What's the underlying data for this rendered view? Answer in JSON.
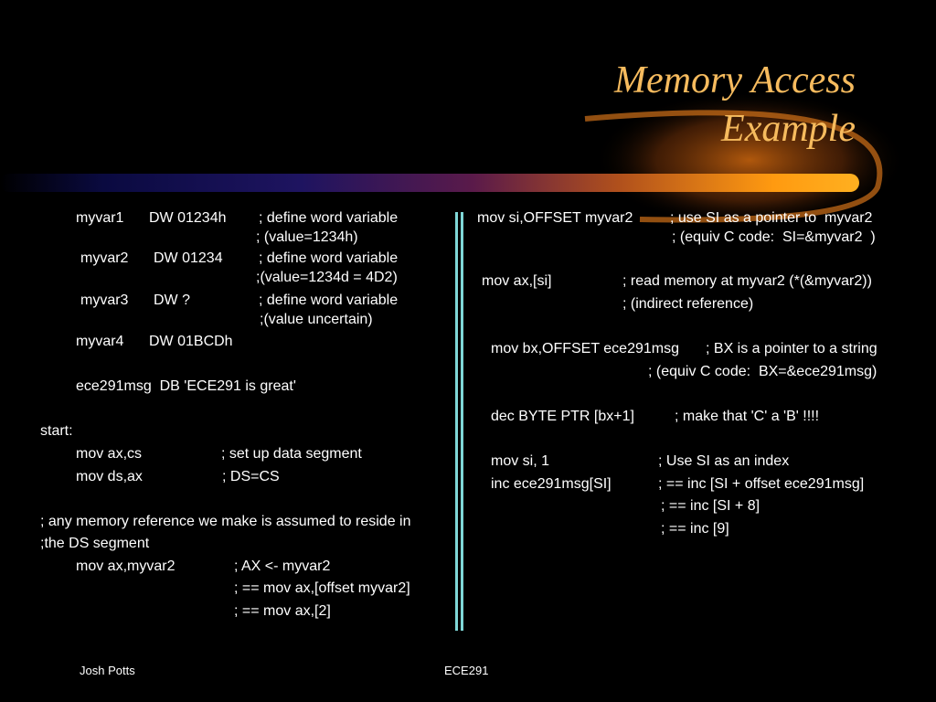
{
  "slide": {
    "title_line1": "Memory Access",
    "title_line2": "Example",
    "colors": {
      "title": "#f6bb5e",
      "background": "#000000",
      "divider": "#7fd7d7"
    }
  },
  "left": [
    {
      "a": "myvar1",
      "b": "DW 01234h",
      "c": "; define word variable"
    },
    {
      "c": "; (value=1234h)"
    },
    {
      "a": "myvar2",
      "b": "DW 01234",
      "c": "; define word variable"
    },
    {
      "c": ";(value=1234d = 4D2)"
    },
    {
      "a": "myvar3",
      "b": "DW ?",
      "c": "; define word variable"
    },
    {
      "c": ";(value uncertain)"
    },
    {
      "a": "myvar4",
      "b": "DW 01BCDh"
    },
    {
      "a": "ece291msg  DB 'ECE291 is great'"
    },
    {
      "a": "start:"
    },
    {
      "a": "mov ax,cs",
      "c": "; set up data segment"
    },
    {
      "a": "mov ds,ax",
      "c": "; DS=CS"
    },
    {
      "a": "; any memory reference we make is assumed to reside in"
    },
    {
      "a": ";the DS segment"
    },
    {
      "a": "mov ax,myvar2",
      "c": "; AX <- myvar2"
    },
    {
      "c": "; == mov ax,[offset myvar2]"
    },
    {
      "c": "; == mov ax,[2]"
    }
  ],
  "right": [
    {
      "a": "mov si,OFFSET myvar2",
      "c": "; use SI as a pointer to  myvar2"
    },
    {
      "c": "; (equiv C code:  SI=&myvar2  )"
    },
    {
      "a": "mov ax,[si]",
      "c": "; read memory at myvar2 (*(&myvar2))"
    },
    {
      "c": "; (indirect reference)"
    },
    {
      "a": "mov bx,OFFSET ece291msg",
      "c": "; BX is a pointer to a string"
    },
    {
      "c": "; (equiv C code:  BX=&ece291msg)"
    },
    {
      "a": "dec BYTE PTR [bx+1]",
      "c": "; make that 'C' a 'B' !!!!"
    },
    {
      "a": "mov si, 1",
      "c": "; Use SI as an index"
    },
    {
      "a": "inc ece291msg[SI]",
      "c": "; == inc [SI + offset ece291msg]"
    },
    {
      "c": "; == inc [SI + 8]"
    },
    {
      "c": "; == inc [9]"
    }
  ],
  "footer": {
    "author": "Josh Potts",
    "course": "ECE291"
  }
}
